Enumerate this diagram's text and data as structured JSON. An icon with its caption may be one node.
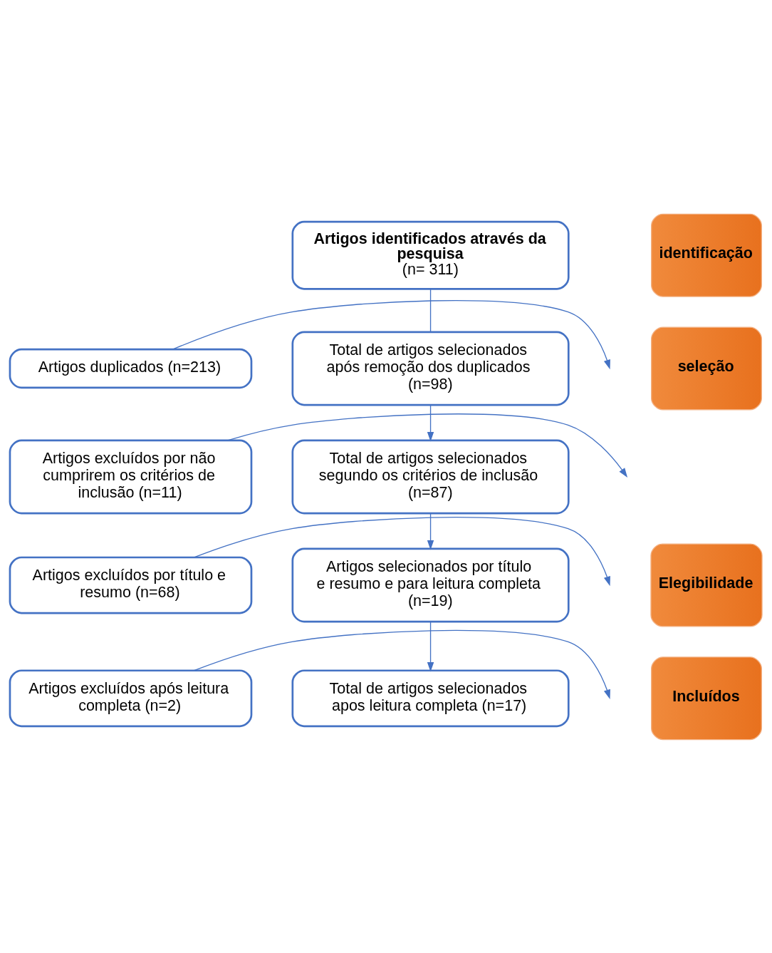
{
  "diagram": {
    "nodes": [
      {
        "text": [
          "Artigos identificados através da pesquisa",
          "(n= 311)"
        ]
      },
      {
        "text": [
          "Artigos duplicados (n=213)"
        ]
      },
      {
        "text": [
          "Total de artigos selecionados após remoção dos duplicados (n=98)"
        ]
      },
      {
        "text": [
          "Artigos excluídos por não cumprirem os critérios de inclusão (n=11)"
        ]
      },
      {
        "text": [
          "Total de artigos selecionados segundo os critérios de inclusão (n=87)"
        ]
      },
      {
        "text": [
          "Artigos excluídos por título e resumo (n=68)"
        ]
      },
      {
        "text": [
          "Artigos selecionados por título e resumo e para leitura completa (n=19)"
        ]
      },
      {
        "text": [
          "Artigos excluídos após leitura completa (n=2)"
        ]
      },
      {
        "text": [
          "Total de artigos selecionados apos leitura completa (n=17)"
        ]
      },
      {
        "text": [
          "identificação"
        ]
      },
      {
        "text": [
          "seleção"
        ]
      },
      {
        "text": [
          "Elegibilidade"
        ]
      },
      {
        "text": [
          "Incluídos"
        ]
      }
    ],
    "edges": [
      {
        "from": 0,
        "to": 2,
        "arrow": "none"
      },
      {
        "from": 1,
        "to": null,
        "arrow": "to"
      },
      {
        "from": 2,
        "to": 4,
        "arrow": "to"
      },
      {
        "from": 3,
        "to": null,
        "arrow": "to"
      },
      {
        "from": 4,
        "to": 6,
        "arrow": "to"
      },
      {
        "from": 5,
        "to": null,
        "arrow": "to"
      },
      {
        "from": 6,
        "to": 8,
        "arrow": "to"
      },
      {
        "from": 7,
        "to": null,
        "arrow": "to"
      }
    ]
  }
}
